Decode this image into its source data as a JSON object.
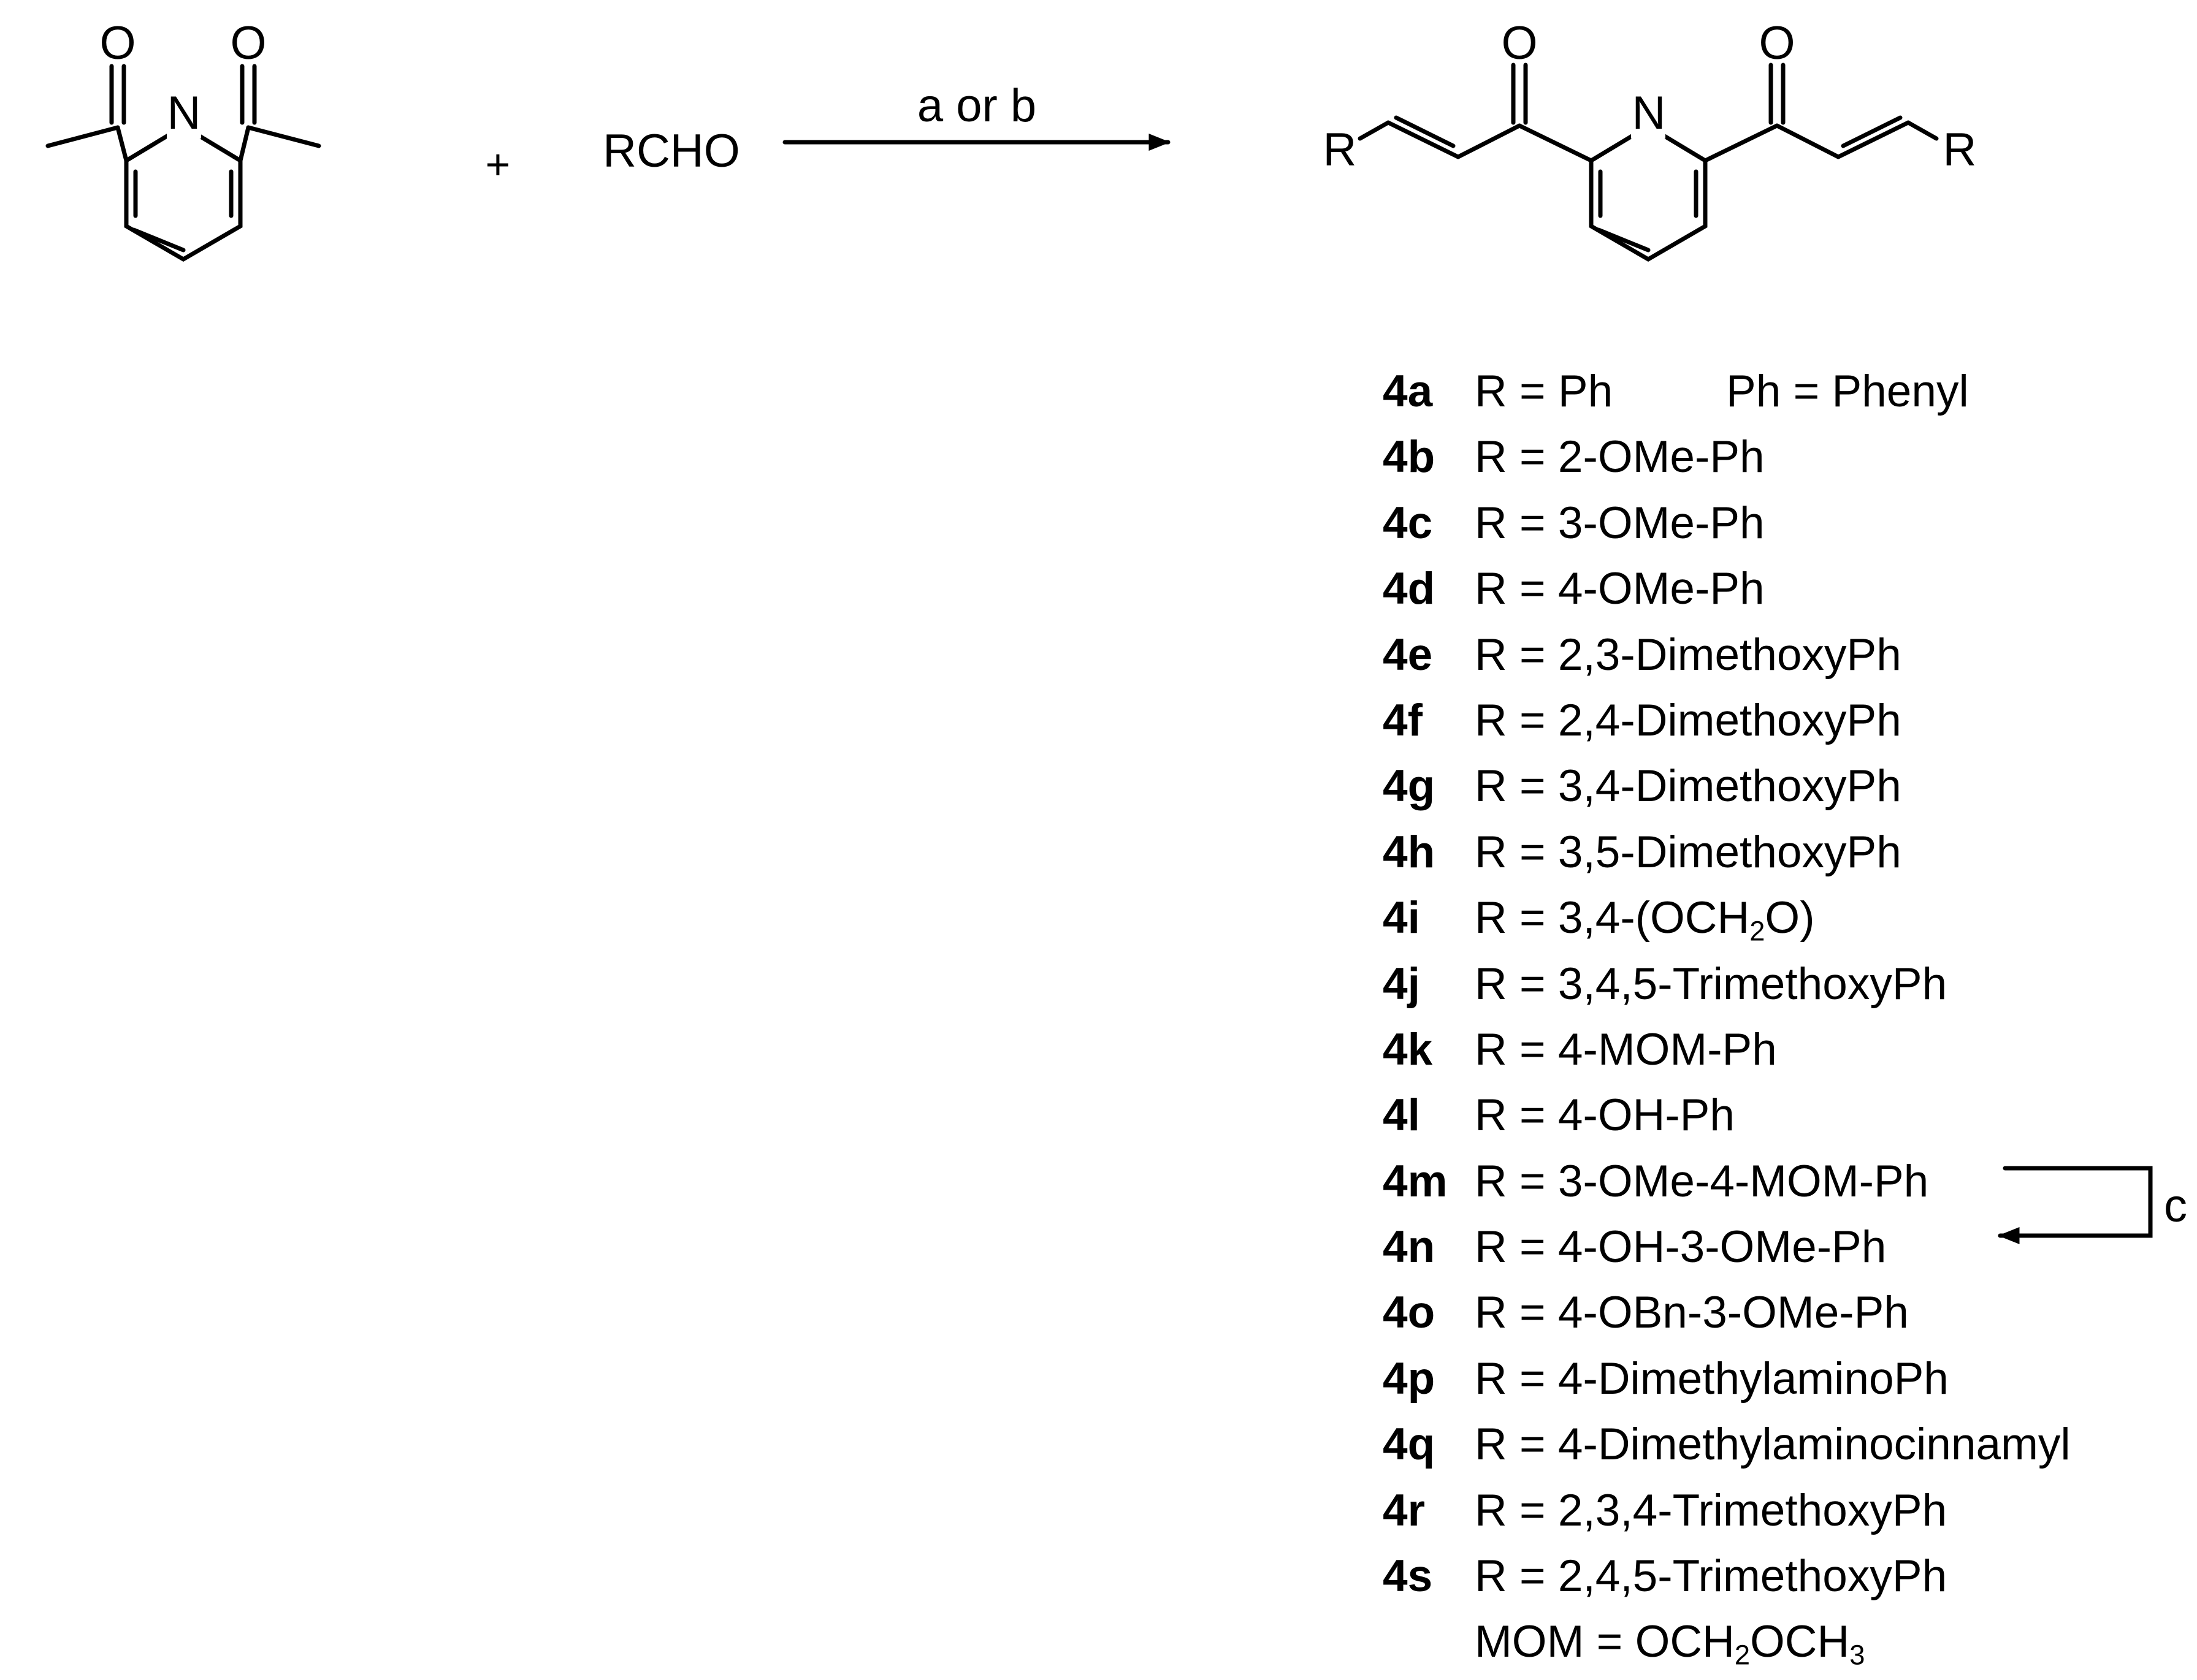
{
  "reaction": {
    "reagent": "RCHO",
    "plus": "+",
    "conditions_main": "a or b",
    "conditions_side": "c",
    "atom_O": "O",
    "atom_N": "N",
    "substituent_R": "R"
  },
  "compounds": [
    {
      "id": "4a",
      "def": "R = Ph",
      "note": "Ph = Phenyl"
    },
    {
      "id": "4b",
      "def": "R = 2-OMe-Ph"
    },
    {
      "id": "4c",
      "def": "R = 3-OMe-Ph"
    },
    {
      "id": "4d",
      "def": "R = 4-OMe-Ph"
    },
    {
      "id": "4e",
      "def": "R = 2,3-DimethoxyPh"
    },
    {
      "id": "4f",
      "def": "R = 2,4-DimethoxyPh"
    },
    {
      "id": "4g",
      "def": "R = 3,4-DimethoxyPh"
    },
    {
      "id": "4h",
      "def": "R = 3,5-DimethoxyPh"
    },
    {
      "id": "4i",
      "def": "R = 3,4-(OCH2O)",
      "def_html": "R = 3,4-(OCH<sub>2</sub>O)"
    },
    {
      "id": "4j",
      "def": "R = 3,4,5-TrimethoxyPh"
    },
    {
      "id": "4k",
      "def": "R = 4-MOM-Ph"
    },
    {
      "id": "4l",
      "def": "R = 4-OH-Ph"
    },
    {
      "id": "4m",
      "def": "R = 3-OMe-4-MOM-Ph"
    },
    {
      "id": "4n",
      "def": "R = 4-OH-3-OMe-Ph"
    },
    {
      "id": "4o",
      "def": "R = 4-OBn-3-OMe-Ph"
    },
    {
      "id": "4p",
      "def": "R = 4-DimethylaminoPh"
    },
    {
      "id": "4q",
      "def": "R = 4-Dimethylaminocinnamyl"
    },
    {
      "id": "4r",
      "def": "R = 2,3,4-TrimethoxyPh"
    },
    {
      "id": "4s",
      "def": "R = 2,4,5-TrimethoxyPh"
    }
  ],
  "footnote": {
    "text": "MOM = OCH2OCH3",
    "html": "MOM = OCH<sub>2</sub>OCH<sub>3</sub>"
  }
}
